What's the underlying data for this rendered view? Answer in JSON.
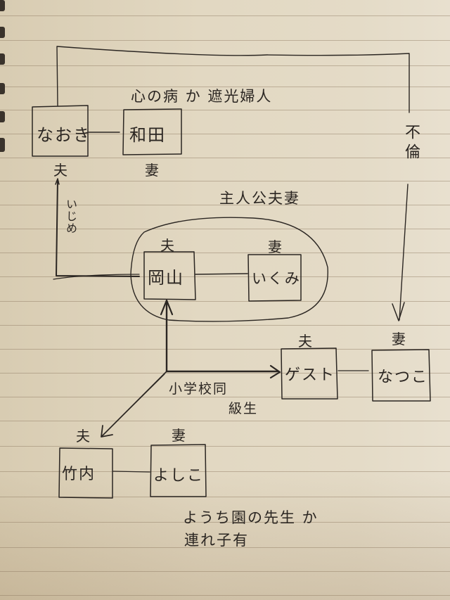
{
  "colors": {
    "ink": "#2b2622",
    "paper": "#e2d8c2",
    "rule": "#8c785f"
  },
  "notes": {
    "wada_note": "心の病 か 遮光婦人",
    "protagonist_label": "主人公夫妻",
    "affair_label": "不倫",
    "bullying_label": "いじめ",
    "classmates_line1": "小学校同",
    "classmates_line2": "級生",
    "yoshiko_note_line1": "ようち園の先生 か",
    "yoshiko_note_line2": "連れ子有"
  },
  "people": {
    "naoki": {
      "name": "なおき",
      "role": "夫"
    },
    "wada": {
      "name": "和田",
      "role": "妻"
    },
    "okayama": {
      "name": "岡山",
      "role": "夫"
    },
    "ikumi": {
      "name": "いくみ",
      "role": "妻"
    },
    "guest": {
      "name": "ゲスト",
      "role": "夫"
    },
    "natsuko": {
      "name": "なつこ",
      "role": "妻"
    },
    "takeuchi": {
      "name": "竹内",
      "role": "夫"
    },
    "yoshiko": {
      "name": "よしこ",
      "role": "妻"
    }
  }
}
